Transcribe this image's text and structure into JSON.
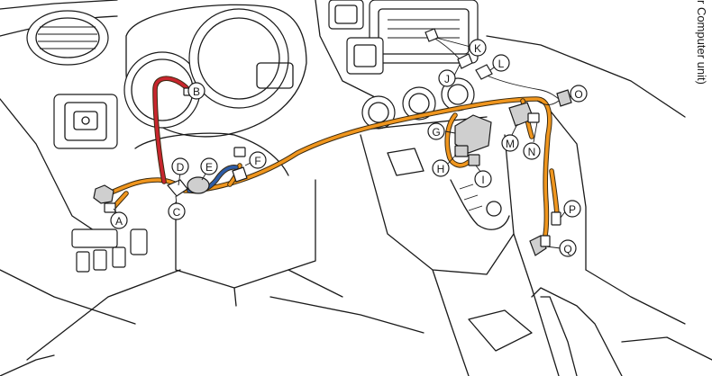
{
  "side_note": "r Computer unit)",
  "colors": {
    "harness_main": "#F0961E",
    "wire_red": "#C8262E",
    "wire_blue": "#2E5DA8",
    "wire_maroon": "#A0334A",
    "wire_lightblue": "#5AA0D8"
  },
  "callouts": [
    "A",
    "B",
    "C",
    "D",
    "E",
    "F",
    "G",
    "H",
    "I",
    "J",
    "K",
    "L",
    "M",
    "N",
    "O",
    "P",
    "Q"
  ]
}
